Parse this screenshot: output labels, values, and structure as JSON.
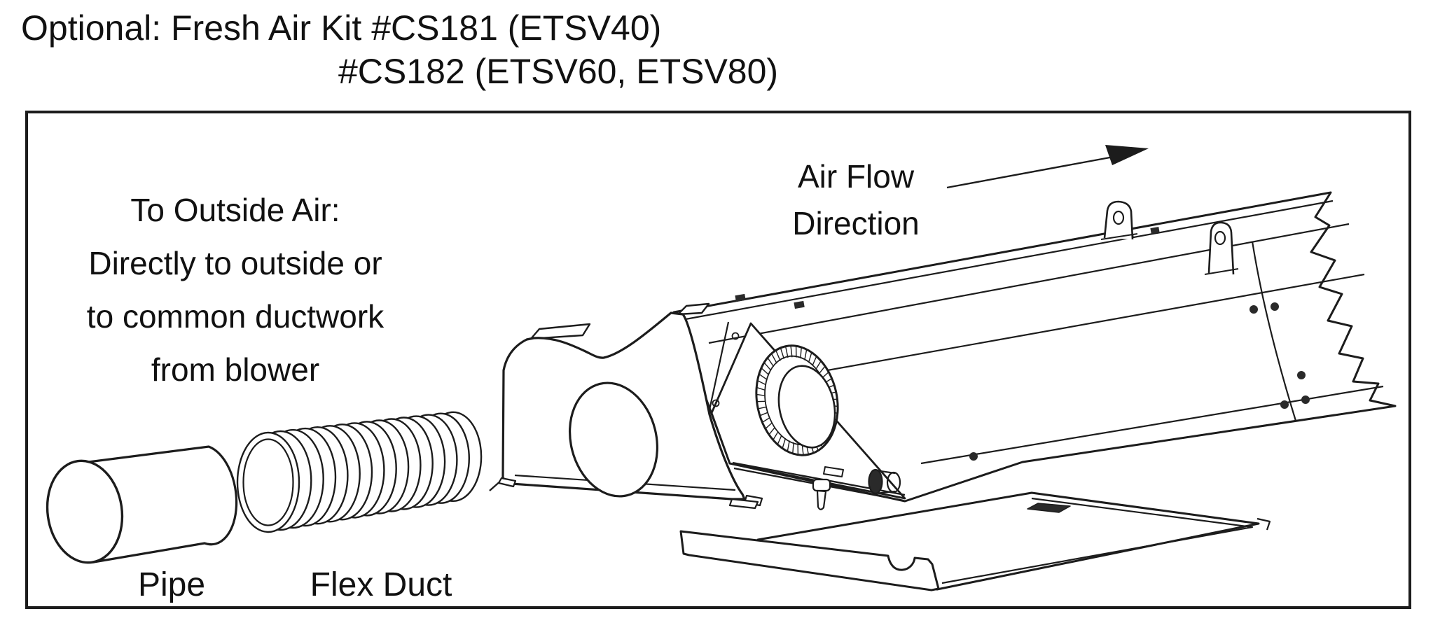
{
  "title": {
    "line1": "Optional: Fresh Air Kit #CS181 (ETSV40)",
    "line2": "#CS182 (ETSV60, ETSV80)"
  },
  "note": {
    "lines": [
      "To Outside Air:",
      "Directly to outside or",
      "to common ductwork",
      "from blower"
    ]
  },
  "airflow": {
    "line1": "Air Flow",
    "line2": "Direction"
  },
  "labels": {
    "pipe": "Pipe",
    "flex_duct": "Flex Duct"
  },
  "colors": {
    "ink": "#1c1c1c",
    "background": "#ffffff"
  }
}
